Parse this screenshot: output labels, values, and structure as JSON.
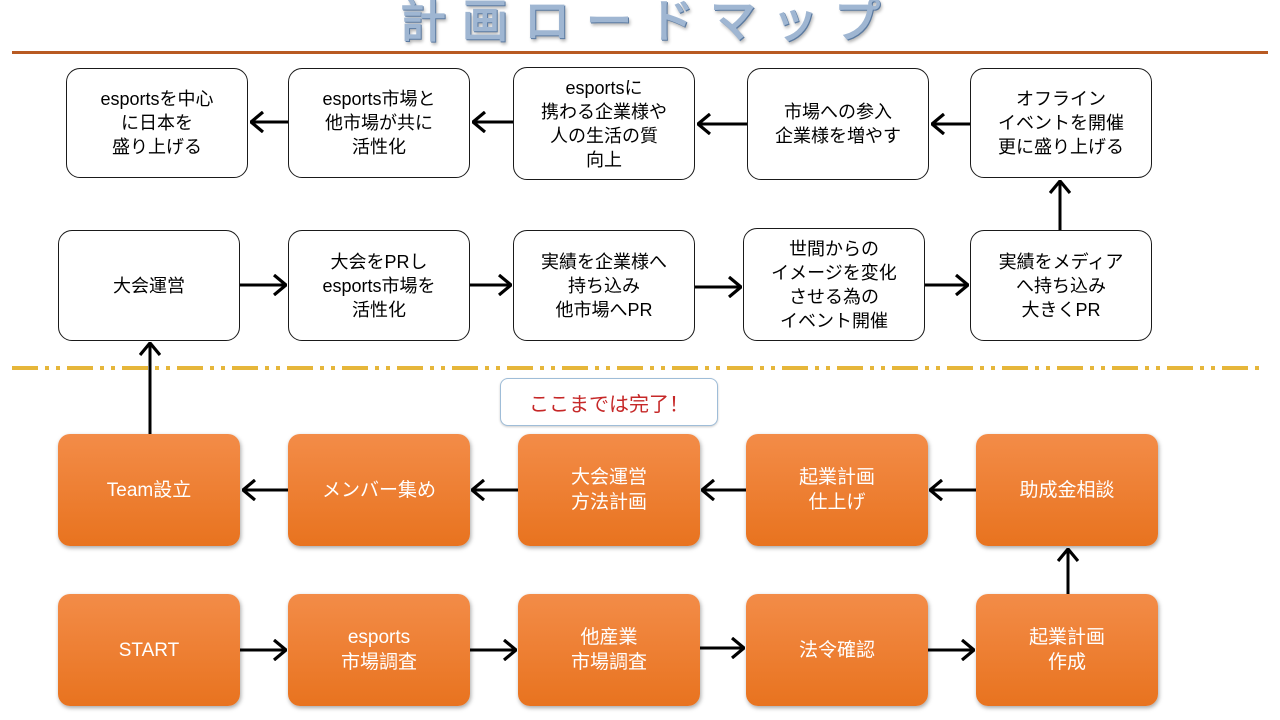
{
  "title": "計画ロードマップ",
  "completed_label": "ここまでは完了！",
  "colors": {
    "title": "#9fb6d2",
    "rule": "#b85a22",
    "dashed_divider": "#e6b63a",
    "orange_box": "#e8731f",
    "completed_text": "#c62828",
    "completed_border": "#9fbdd8"
  },
  "diagram": {
    "row1": [
      {
        "text": "esportsを中心\nに日本を\n盛り上げる"
      },
      {
        "text": "esports市場と\n他市場が共に\n活性化"
      },
      {
        "text": "esportsに\n携わる企業様や\n人の生活の質\n向上"
      },
      {
        "text": "市場への参入\n企業様を増やす"
      },
      {
        "text": "オフライン\nイベントを開催\n更に盛り上げる"
      }
    ],
    "row2": [
      {
        "text": "大会運営"
      },
      {
        "text": "大会をPRし\nesports市場を\n活性化"
      },
      {
        "text": "実績を企業様へ\n持ち込み\n他市場へPR"
      },
      {
        "text": "世間からの\nイメージを変化\nさせる為の\nイベント開催"
      },
      {
        "text": "実績をメディア\nへ持ち込み\n大きくPR"
      }
    ],
    "row3": [
      {
        "text": "Team設立"
      },
      {
        "text": "メンバー集め"
      },
      {
        "text": "大会運営\n方法計画"
      },
      {
        "text": "起業計画\n仕上げ"
      },
      {
        "text": "助成金相談"
      }
    ],
    "row4": [
      {
        "text": "START"
      },
      {
        "text": "esports\n市場調査"
      },
      {
        "text": "他産業\n市場調査"
      },
      {
        "text": "法令確認"
      },
      {
        "text": "起業計画\n作成"
      }
    ]
  }
}
